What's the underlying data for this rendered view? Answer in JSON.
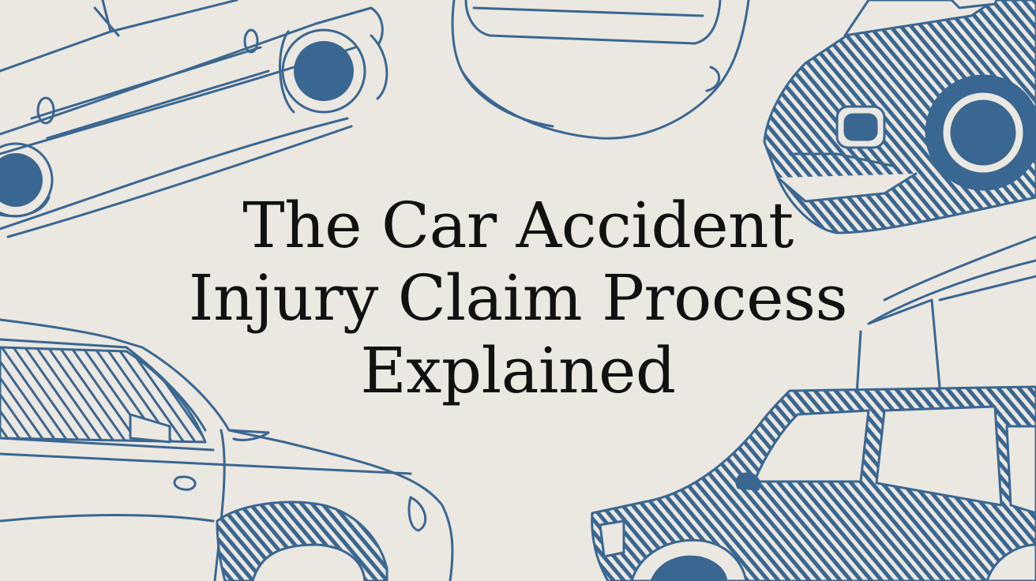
{
  "headline": {
    "line1": "The Car Accident",
    "line2": "Injury Claim Process",
    "line3": "Explained"
  },
  "illustration": {
    "style": "hand-sketched cars",
    "ink_color": "#3a6791",
    "paper_color": "#ebe7e1"
  }
}
